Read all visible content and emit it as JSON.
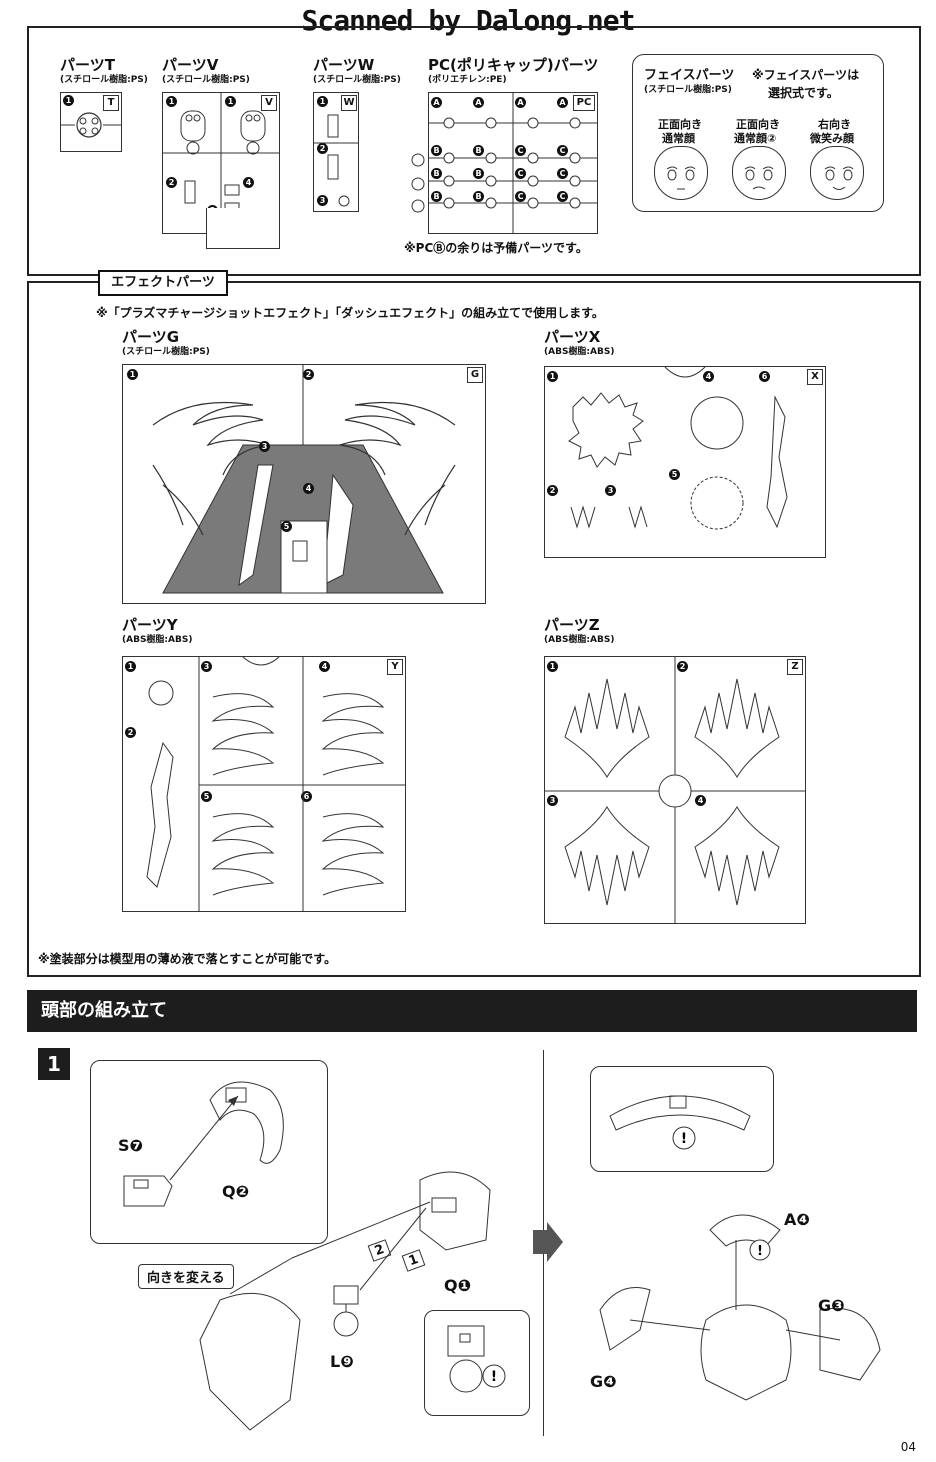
{
  "watermark": "Scanned by Dalong.net",
  "parts": {
    "T": {
      "title": "パーツT",
      "material": "(スチロール樹脂:PS)",
      "tag": "T"
    },
    "V": {
      "title": "パーツV",
      "material": "(スチロール樹脂:PS)",
      "tag": "V"
    },
    "W": {
      "title": "パーツW",
      "material": "(スチロール樹脂:PS)",
      "tag": "W"
    },
    "PC": {
      "title": "PC(ポリキャップ)パーツ",
      "material": "(ポリエチレン:PE)",
      "tag": "PC",
      "note": "※PCⒷの余りは予備パーツです。"
    }
  },
  "face_parts": {
    "title": "フェイスパーツ",
    "material": "(スチロール樹脂:PS)",
    "note_line1": "※フェイスパーツは",
    "note_line2": "選択式です。",
    "faces": [
      {
        "label_line1": "正面向き",
        "label_line2": "通常顔"
      },
      {
        "label_line1": "正面向き",
        "label_line2": "通常顔②"
      },
      {
        "label_line1": "右向き",
        "label_line2": "微笑み顔"
      }
    ]
  },
  "effect": {
    "tab": "エフェクトパーツ",
    "note": "※「プラズマチャージショットエフェクト」「ダッシュエフェクト」の組み立てで使用します。",
    "G": {
      "title": "パーツG",
      "material": "(スチロール樹脂:PS)",
      "tag": "G"
    },
    "X": {
      "title": "パーツX",
      "material": "(ABS樹脂:ABS)",
      "tag": "X"
    },
    "Y": {
      "title": "パーツY",
      "material": "(ABS樹脂:ABS)",
      "tag": "Y"
    },
    "Z": {
      "title": "パーツZ",
      "material": "(ABS樹脂:ABS)",
      "tag": "Z"
    },
    "paint_note": "※塗装部分は模型用の薄め液で落とすことが可能です。"
  },
  "assembly": {
    "section_title": "頭部の組み立て",
    "step": "1",
    "callout": "向きを変える",
    "labels": {
      "s7": "S❼",
      "q2": "Q❷",
      "q1": "Q❶",
      "l9": "L❾",
      "a4": "A❹",
      "g3": "G❸",
      "g4": "G❹",
      "step1": "1",
      "step2": "2"
    }
  },
  "page_number": "04"
}
